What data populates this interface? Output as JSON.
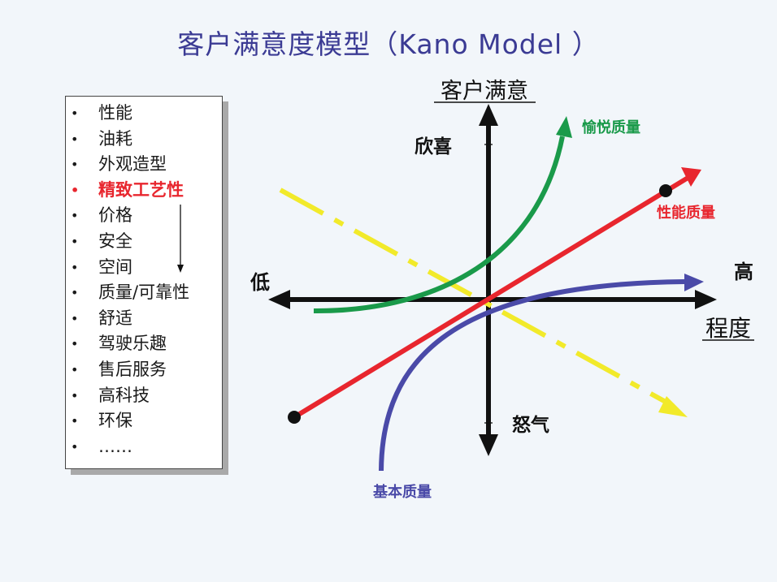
{
  "title": "客户满意度模型（Kano Model ）",
  "attributes_list": {
    "items": [
      {
        "label": "性能",
        "highlight": false
      },
      {
        "label": "油耗",
        "highlight": false
      },
      {
        "label": "外观造型",
        "highlight": false
      },
      {
        "label": "精致工艺性",
        "highlight": true
      },
      {
        "label": "价格",
        "highlight": false
      },
      {
        "label": "安全",
        "highlight": false
      },
      {
        "label": "空间",
        "highlight": false
      },
      {
        "label": "质量/可靠性",
        "highlight": false
      },
      {
        "label": "舒适",
        "highlight": false
      },
      {
        "label": "驾驶乐趣",
        "highlight": false
      },
      {
        "label": "售后服务",
        "highlight": false
      },
      {
        "label": "高科技",
        "highlight": false
      },
      {
        "label": "环保",
        "highlight": false
      },
      {
        "label": "……",
        "highlight": false
      }
    ]
  },
  "diagram": {
    "y_axis_title": "客户满意",
    "y_top_label": "欣喜",
    "y_bottom_label": "怒气",
    "x_axis_title": "程度",
    "x_left_label": "低",
    "x_right_label": "高",
    "curves": [
      {
        "name": "愉悦质量",
        "color": "#1a9a4a"
      },
      {
        "name": "性能质量",
        "color": "#e8262e"
      },
      {
        "name": "基本质量",
        "color": "#4a4aa8"
      },
      {
        "name": "",
        "color": "#f2ea2a"
      }
    ]
  },
  "colors": {
    "title": "#3b3b94",
    "highlight": "#e8262e",
    "axis": "#111111"
  }
}
